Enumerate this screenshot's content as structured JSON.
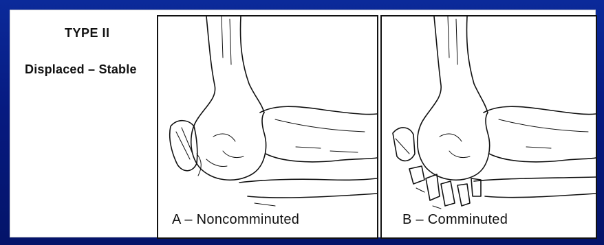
{
  "slide": {
    "title": "TYPE II",
    "subtitle": "Displaced – Stable"
  },
  "figures": [
    {
      "caption": "A – Noncomminuted"
    },
    {
      "caption": "B – Comminuted"
    }
  ],
  "colors": {
    "background": "#0a1a7a",
    "panel": "#ffffff",
    "ink": "#111111"
  }
}
